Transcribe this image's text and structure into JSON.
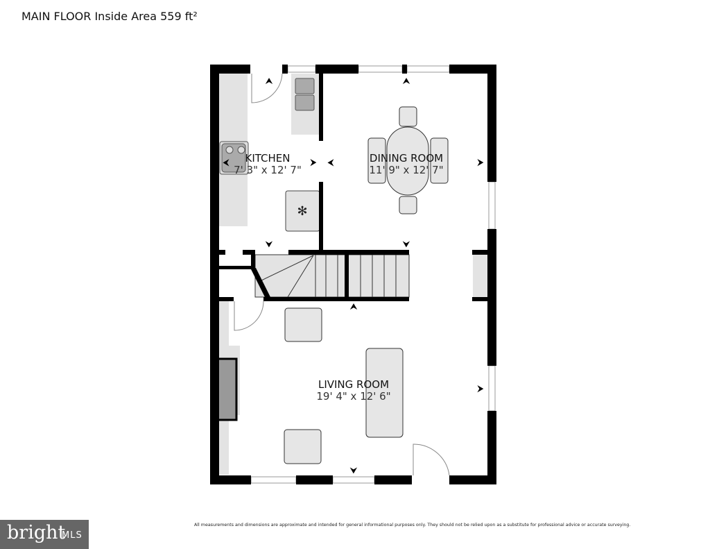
{
  "header": {
    "title": "MAIN FLOOR Inside Area 559 ft²"
  },
  "rooms": [
    {
      "name": "KITCHEN",
      "dimensions": "7' 3\" x 12' 7\""
    },
    {
      "name": "DINING ROOM",
      "dimensions": "11' 9\" x 12' 7\""
    },
    {
      "name": "LIVING ROOM",
      "dimensions": "19' 4\" x 12' 6\""
    }
  ],
  "footer": {
    "logo": "bright MLS",
    "logo_word": "bright",
    "logo_suffix": "MLS",
    "disclaimer": "All measurements and dimensions are approximate and intended for general informational purposes only. They should not be relied upon as a substitute for professional advice or accurate surveying."
  },
  "colors": {
    "wall": "#000000",
    "fixture": "#e6e6e6",
    "logo_bg": "#666666"
  }
}
